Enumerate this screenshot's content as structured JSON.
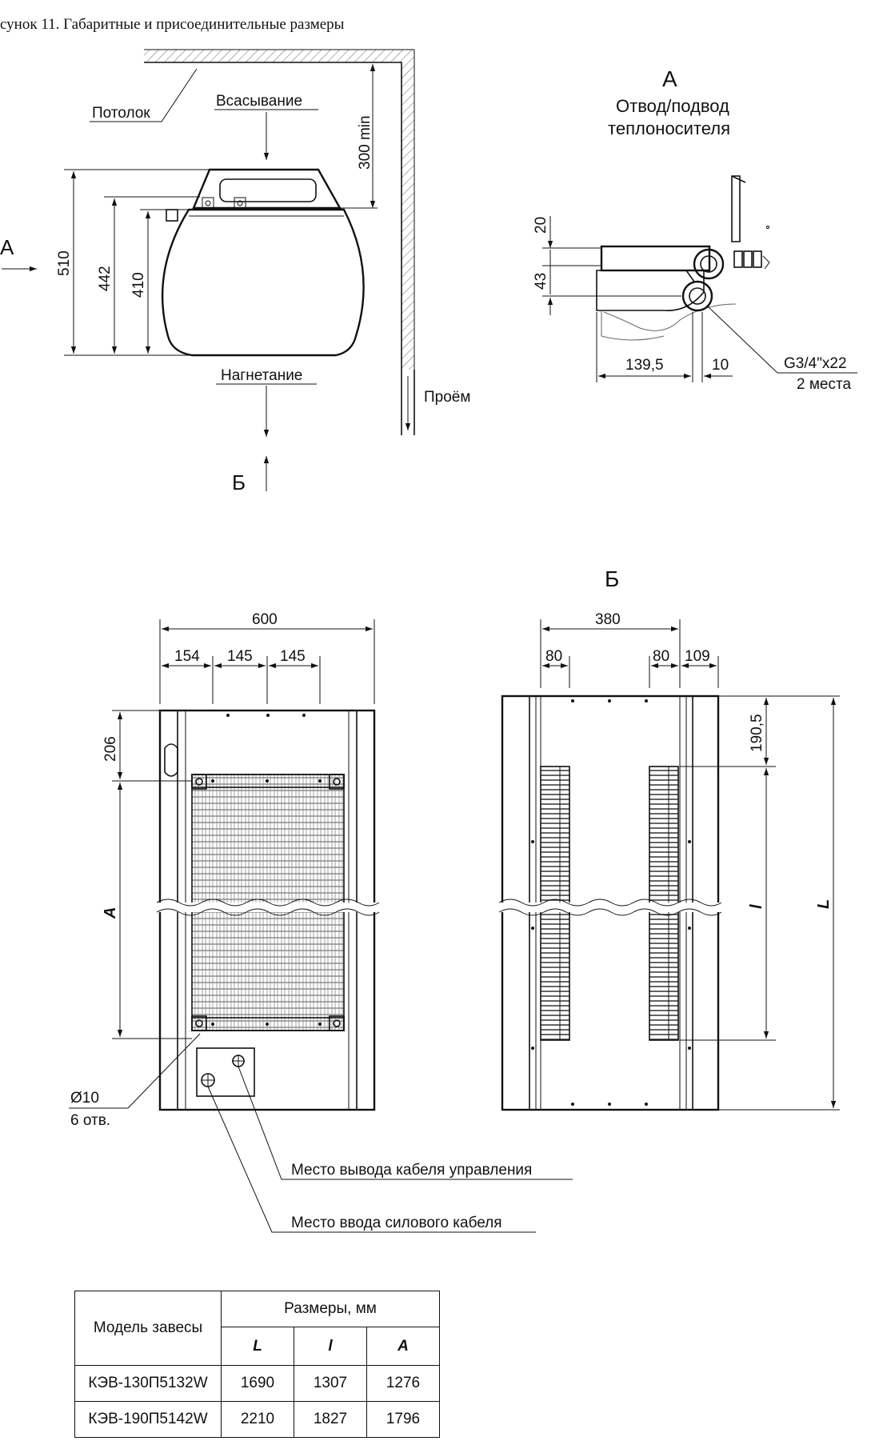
{
  "caption": "сунок 11. Габаритные и присоединительные размеры",
  "side_view": {
    "ceiling": "Потолок",
    "suction": "Всасывание",
    "discharge": "Нагнетание",
    "opening": "Проём",
    "clearance": "300 min",
    "dim_510": "510",
    "dim_442": "442",
    "dim_410": "410",
    "view_a_arrow": "А",
    "view_b_arrow": "Б"
  },
  "detail_a": {
    "letter": "А",
    "title_line1": "Отвод/подвод",
    "title_line2": "теплоносителя",
    "dim_20": "20",
    "dim_43": "43",
    "dim_139_5": "139,5",
    "dim_10": "10",
    "thread": "G3/4\"x22",
    "places": "2 места"
  },
  "top_view": {
    "dim_600": "600",
    "dim_154": "154",
    "dim_145a": "145",
    "dim_145b": "145",
    "dim_206": "206",
    "dim_A": "A",
    "hole": "Ø10",
    "hole_count": "6 отв.",
    "control_cable": "Место вывода кабеля управления",
    "power_cable": "Место ввода силового кабеля"
  },
  "view_b": {
    "letter": "Б",
    "dim_380": "380",
    "dim_80a": "80",
    "dim_80b": "80",
    "dim_109": "109",
    "dim_190_5": "190,5",
    "dim_l": "l",
    "dim_L": "L"
  },
  "table": {
    "header_model": "Модель завесы",
    "header_dims": "Размеры, мм",
    "col_L": "L",
    "col_l": "l",
    "col_A": "A",
    "rows": [
      {
        "model": "КЭВ-130П5132W",
        "L": "1690",
        "l": "1307",
        "A": "1276"
      },
      {
        "model": "КЭВ-190П5142W",
        "L": "2210",
        "l": "1827",
        "A": "1796"
      }
    ]
  }
}
